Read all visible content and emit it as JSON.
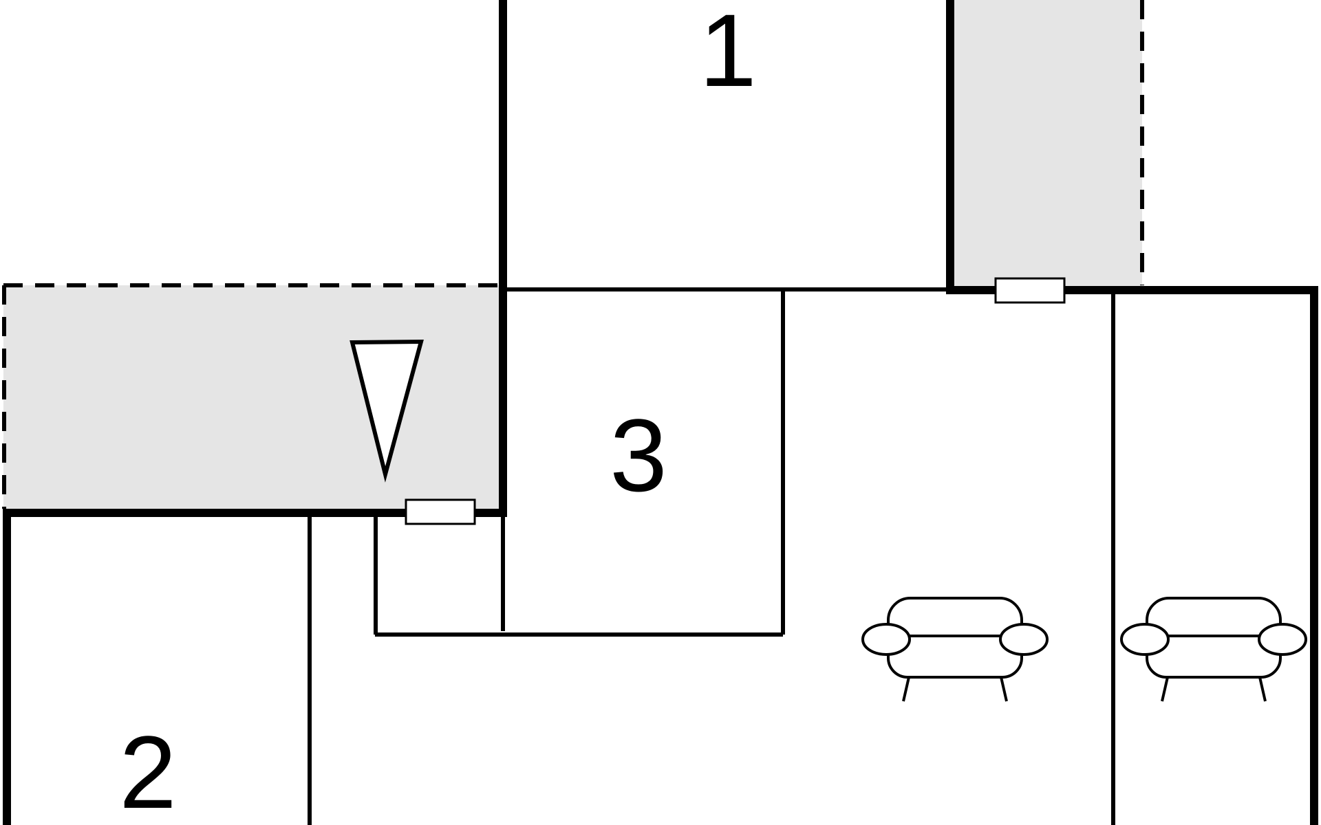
{
  "colors": {
    "background": "#ffffff",
    "wall": "#000000",
    "terrace_fill": "#e5e5e5"
  },
  "rooms": {
    "room_1": {
      "label": "1"
    },
    "room_2": {
      "label": "2"
    },
    "room_3": {
      "label": "3"
    }
  },
  "icons": {
    "entrance_marker": "triangle-down-icon",
    "sofa": "sofa-icon",
    "window": "window-icon"
  }
}
